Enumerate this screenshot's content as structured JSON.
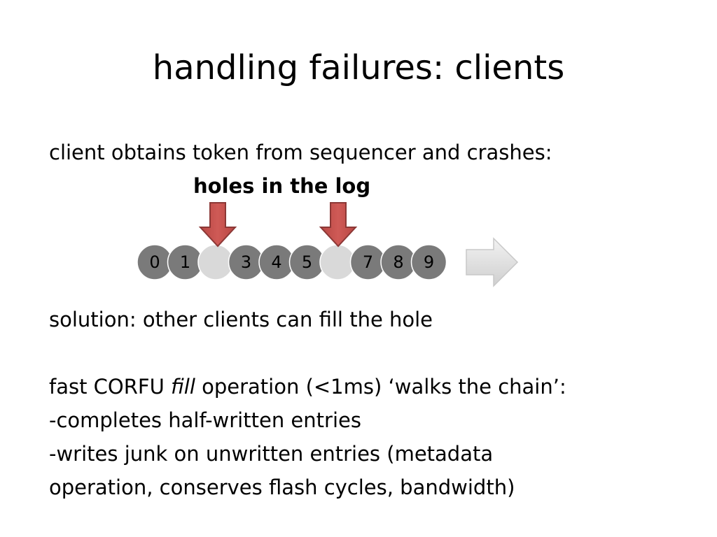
{
  "slide": {
    "title": "handling failures: clients",
    "line1": "client obtains token from sequencer and crashes:",
    "holes_label": "holes in the log",
    "solution": "solution: other clients can fill the hole",
    "fill_pre": "fast CORFU ",
    "fill_word": "fill",
    "fill_post": " operation (<1ms) ‘walks the chain’:",
    "bullet1": "-completes half-written entries",
    "bullet2": "-writes junk on unwritten entries (metadata",
    "bullet3": "operation, conserves flash cycles, bandwidth)"
  },
  "log": {
    "entries": [
      {
        "label": "0",
        "state": "written"
      },
      {
        "label": "1",
        "state": "written"
      },
      {
        "label": "",
        "state": "hole"
      },
      {
        "label": "3",
        "state": "written"
      },
      {
        "label": "4",
        "state": "written"
      },
      {
        "label": "5",
        "state": "written"
      },
      {
        "label": "",
        "state": "hole"
      },
      {
        "label": "7",
        "state": "written"
      },
      {
        "label": "8",
        "state": "written"
      },
      {
        "label": "9",
        "state": "written"
      }
    ],
    "colors": {
      "written": "#7a7a7a",
      "hole": "#d9d9d9",
      "pointer": "#c0504d",
      "pointer_border": "#8c3836",
      "direction_arrow": "#e3e3e3"
    }
  }
}
